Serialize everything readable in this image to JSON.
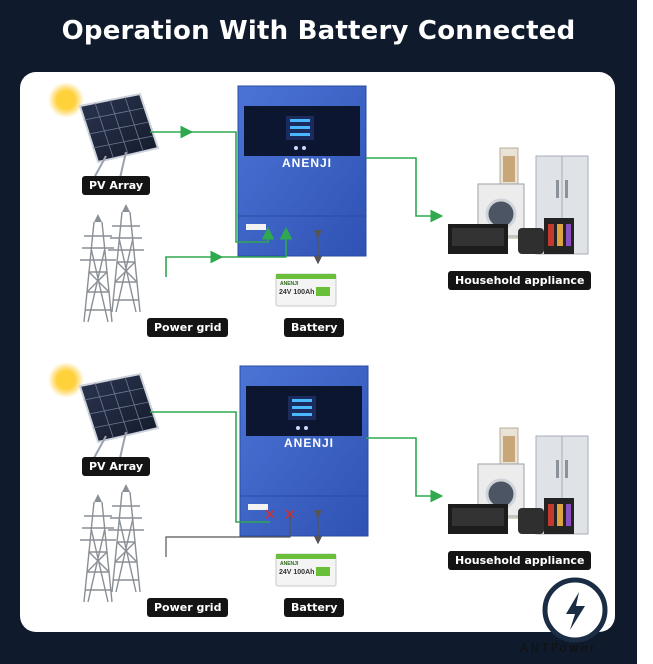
{
  "title": "Operation With Battery Connected",
  "sections": [
    {
      "pv_label": "PV Array",
      "grid_label": "Power grid",
      "battery_label": "Battery",
      "appliance_label": "Household appliance",
      "inverter_brand": "ANENJI",
      "battery_brand": "ANENJI",
      "battery_spec": "24V 100Ah",
      "grid_connected": true
    },
    {
      "pv_label": "PV Array",
      "grid_label": "Power grid",
      "battery_label": "Battery",
      "appliance_label": "Household appliance",
      "inverter_brand": "ANENJI",
      "battery_brand": "ANENJI",
      "battery_spec": "24V 100Ah",
      "grid_connected": false
    }
  ],
  "watermark": "ANTPower",
  "colors": {
    "background": "#0f1b2c",
    "panel": "#ffffff",
    "flow_line": "#2fa84f",
    "inverter": "#3f64c8",
    "battery_accent": "#6abf3a",
    "label_bg": "#141414",
    "disconnect_mark": "#d0302c"
  },
  "icons": [
    "sun-icon",
    "solar-panel-icon",
    "transmission-tower-icon",
    "inverter-icon",
    "battery-icon",
    "appliances-icon",
    "lightning-logo-icon"
  ]
}
